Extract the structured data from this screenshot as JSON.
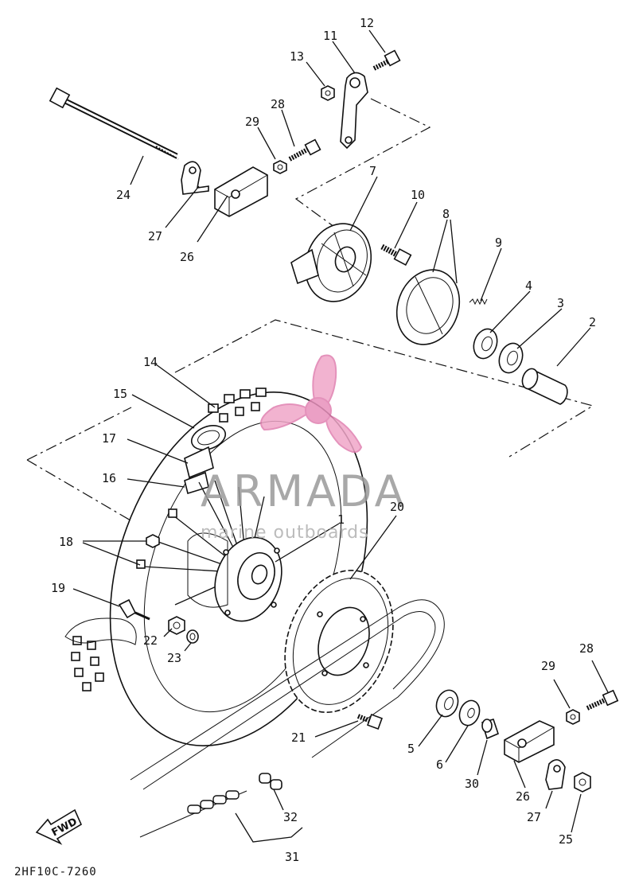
{
  "diagram": {
    "code": "2HF10C-7260",
    "fwd_label": "FWD"
  },
  "watermark": {
    "brand": "ARMADA",
    "tagline": "marine outboards"
  },
  "callouts": {
    "c1": "1",
    "c2": "2",
    "c3": "3",
    "c4": "4",
    "c5": "5",
    "c6": "6",
    "c7": "7",
    "c8": "8",
    "c9": "9",
    "c10": "10",
    "c11": "11",
    "c12": "12",
    "c13": "13",
    "c14": "14",
    "c15": "15",
    "c16": "16",
    "c17": "17",
    "c18": "18",
    "c19": "19",
    "c20": "20",
    "c21": "21",
    "c22": "22",
    "c23": "23",
    "c24": "24",
    "c25": "25",
    "c26_top": "26",
    "c26_bottom": "26",
    "c27_top": "27",
    "c27_bottom": "27",
    "c28_top": "28",
    "c28_bottom": "28",
    "c29_top": "29",
    "c29_bottom": "29",
    "c30": "30",
    "c31": "31",
    "c32": "32"
  },
  "colors": {
    "line": "#111111",
    "background": "#ffffff",
    "watermark_text": "#9a9a9a",
    "watermark_logo": "#f0a6c8"
  }
}
